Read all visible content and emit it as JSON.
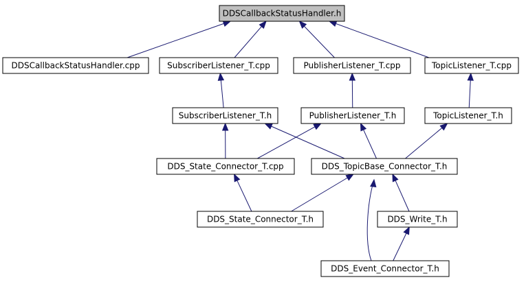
{
  "diagram": {
    "nodes": [
      {
        "id": "n0",
        "label": "DDSCallbackStatusHandler.h",
        "root": true
      },
      {
        "id": "n1",
        "label": "DDSCallbackStatusHandler.cpp"
      },
      {
        "id": "n2",
        "label": "SubscriberListener_T.cpp"
      },
      {
        "id": "n3",
        "label": "PublisherListener_T.cpp"
      },
      {
        "id": "n4",
        "label": "TopicListener_T.cpp"
      },
      {
        "id": "n5",
        "label": "SubscriberListener_T.h"
      },
      {
        "id": "n6",
        "label": "PublisherListener_T.h"
      },
      {
        "id": "n7",
        "label": "TopicListener_T.h"
      },
      {
        "id": "n8",
        "label": "DDS_State_Connector_T.cpp"
      },
      {
        "id": "n9",
        "label": "DDS_TopicBase_Connector_T.h"
      },
      {
        "id": "n10",
        "label": "DDS_State_Connector_T.h"
      },
      {
        "id": "n11",
        "label": "DDS_Write_T.h"
      },
      {
        "id": "n12",
        "label": "DDS_Event_Connector_T.h"
      }
    ],
    "edges": [
      {
        "from": "n1",
        "to": "n0"
      },
      {
        "from": "n2",
        "to": "n0"
      },
      {
        "from": "n3",
        "to": "n0"
      },
      {
        "from": "n4",
        "to": "n0"
      },
      {
        "from": "n5",
        "to": "n2"
      },
      {
        "from": "n6",
        "to": "n3"
      },
      {
        "from": "n7",
        "to": "n4"
      },
      {
        "from": "n8",
        "to": "n5"
      },
      {
        "from": "n9",
        "to": "n5"
      },
      {
        "from": "n8",
        "to": "n6"
      },
      {
        "from": "n9",
        "to": "n6"
      },
      {
        "from": "n9",
        "to": "n7"
      },
      {
        "from": "n10",
        "to": "n8"
      },
      {
        "from": "n10",
        "to": "n9"
      },
      {
        "from": "n11",
        "to": "n9"
      },
      {
        "from": "n12",
        "to": "n9"
      },
      {
        "from": "n12",
        "to": "n11"
      }
    ],
    "edge_color": "#191970",
    "root_fill": "#bfbfbf"
  }
}
